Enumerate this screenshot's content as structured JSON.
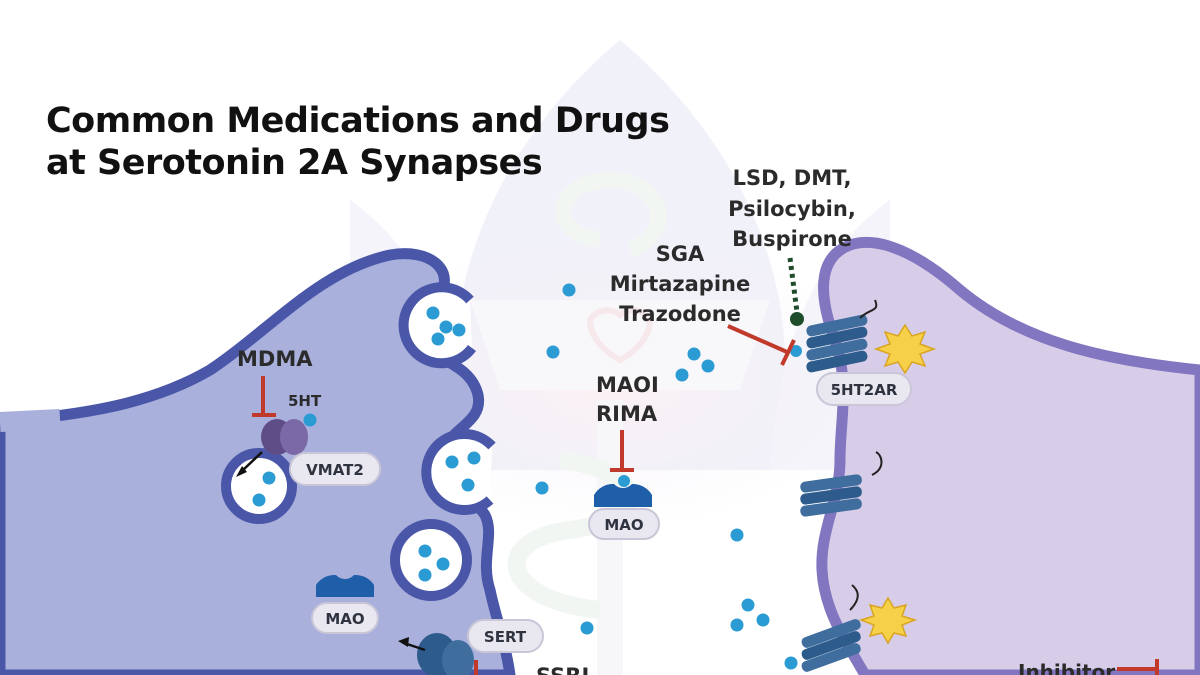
{
  "title": {
    "line1": "Common Medications and Drugs",
    "line2": "at Serotonin 2A Synapses"
  },
  "drugs": {
    "agonists": [
      "LSD, DMT,",
      "Psilocybin,",
      "Buspirone"
    ],
    "antagonists": [
      "SGA",
      "Mirtazapine",
      "Trazodone"
    ],
    "mao_inhibitors": [
      "MAOI",
      "RIMA"
    ],
    "releaser": "MDMA",
    "reuptake_inhibitor": "SSRI"
  },
  "labels": {
    "vmat2": "VMAT2",
    "serotonin": "5HT",
    "mao_pre": "MAO",
    "mao_cleft": "MAO",
    "sert": "SERT",
    "receptor": "5HT2AR"
  },
  "legend": {
    "inhibitor": "Inhibitor"
  },
  "colors": {
    "presynaptic_fill": "#a9b0dc",
    "presynaptic_stroke": "#4a57a8",
    "postsynaptic_fill": "#d8cde8",
    "postsynaptic_stroke": "#8276c0",
    "serotonin": "#2b9bd3",
    "inhibitor": "#c0392b",
    "receptor": "#3f6e9e",
    "activation_star": "#f7d04a",
    "agonist_line": "#1f4d2b"
  },
  "icons": [
    "inhibitor-icon",
    "activation-star-icon",
    "receptor-icon",
    "vesicle-icon",
    "transporter-icon"
  ]
}
